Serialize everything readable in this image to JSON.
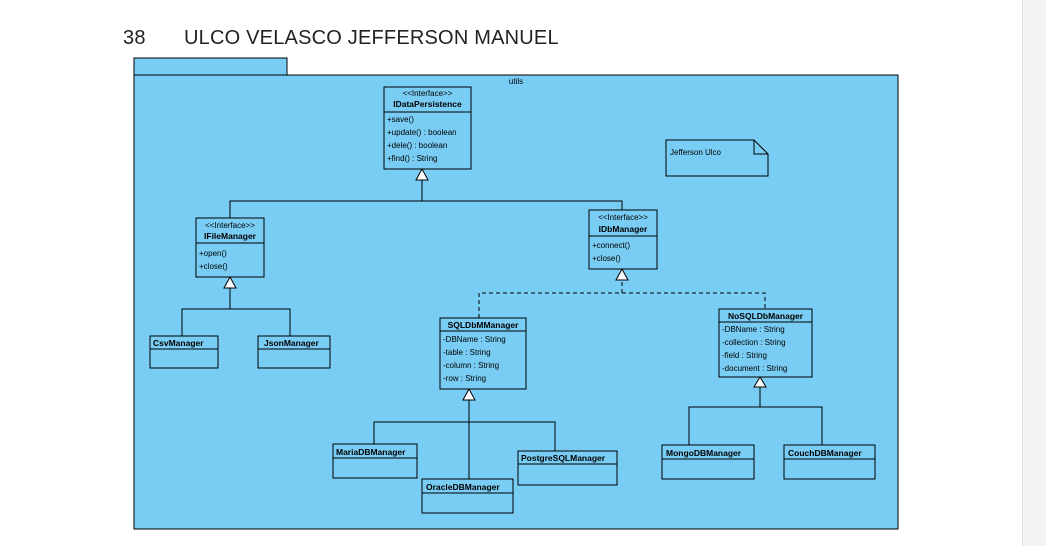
{
  "header": {
    "page_number": "38",
    "author_name": "ULCO VELASCO JEFFERSON MANUEL"
  },
  "colors": {
    "package_fill": "#79cdf4",
    "box_fill": "#79cdf4",
    "line": "#000000"
  },
  "package": {
    "name": "utils"
  },
  "note": {
    "text": "Jefferson Ulco"
  },
  "classes": {
    "idatapersistence": {
      "stereotype": "<<Interface>>",
      "name": "IDataPersistence",
      "members": [
        "+save()",
        "+update() : boolean",
        "+dele() : boolean",
        "+find() : String"
      ]
    },
    "ifilemanager": {
      "stereotype": "<<Interface>>",
      "name": "IFileManager",
      "members": [
        "+open()",
        "+close()"
      ]
    },
    "idbmanager": {
      "stereotype": "<<Interface>>",
      "name": "IDbManager",
      "members": [
        "+connect()",
        "+close()"
      ]
    },
    "csvmanager": {
      "name": "CsvManager"
    },
    "jsonmanager": {
      "name": "JsonManager"
    },
    "sqldbmanager": {
      "name": "SQLDbMManager",
      "members": [
        "-DBName : String",
        "-table : String",
        "-column : String",
        "-row : String"
      ]
    },
    "nosqldbmanager": {
      "name": "NoSQLDbManager",
      "members": [
        "-DBName : String",
        "-collection : String",
        "-field : String",
        "-document : String"
      ]
    },
    "mariadbmanager": {
      "name": "MariaDBManager"
    },
    "oracledbmanager": {
      "name": "OracleDBManager"
    },
    "postgresqlmanager": {
      "name": "PostgreSQLManager"
    },
    "mongodbmanager": {
      "name": "MongoDBManager"
    },
    "couchdbmanager": {
      "name": "CouchDBManager"
    }
  }
}
